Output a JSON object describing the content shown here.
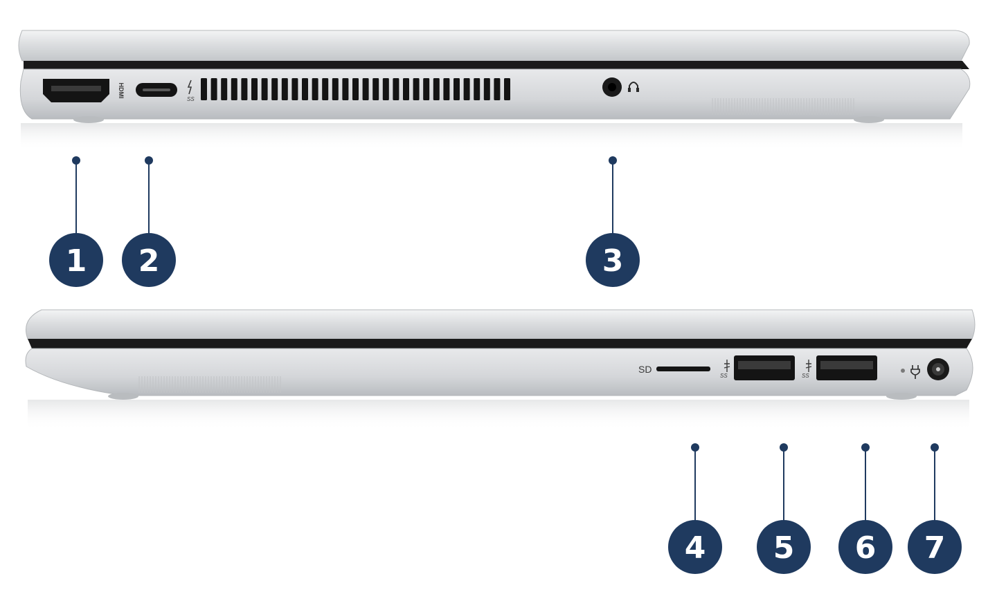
{
  "diagram": {
    "accent_color": "#1f3a5f",
    "body_color": "#d9dbdd",
    "dark_color": "#1a1a1a"
  },
  "left_side": {
    "hdmi_label": "HDMI",
    "usb_c_label": "SS",
    "audio_icon": "headphone-icon",
    "callouts": [
      {
        "number": "1",
        "port": "hdmi-port"
      },
      {
        "number": "2",
        "port": "usb-c-port"
      },
      {
        "number": "3",
        "port": "audio-jack"
      }
    ]
  },
  "right_side": {
    "sd_label": "SD",
    "usb_a_label": "SS",
    "power_icon": "power-plug-icon",
    "callouts": [
      {
        "number": "4",
        "port": "sd-card-slot"
      },
      {
        "number": "5",
        "port": "usb-a-port-1"
      },
      {
        "number": "6",
        "port": "usb-a-port-2"
      },
      {
        "number": "7",
        "port": "power-connector"
      }
    ]
  }
}
